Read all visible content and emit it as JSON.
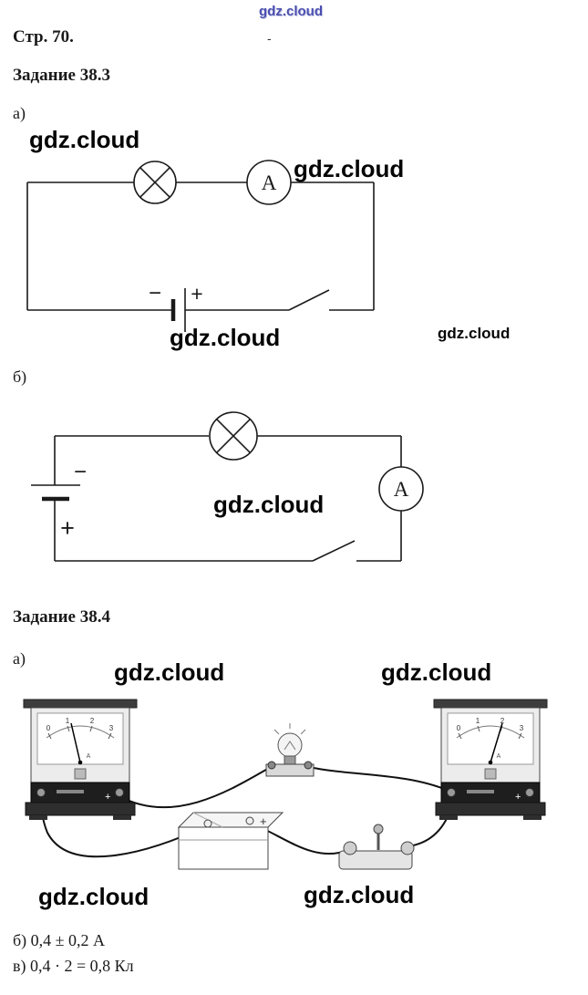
{
  "watermark": {
    "text": "gdz.cloud",
    "color": "#4a4fae"
  },
  "header": {
    "page_label": "Стр. 70.",
    "stray_mark": "-"
  },
  "task_38_3": {
    "title": "Задание 38.3",
    "part_a_label": "а)",
    "part_b_label": "б)",
    "circuit_a": {
      "ammeter_letter": "A",
      "battery_minus": "−",
      "battery_plus": "+"
    },
    "circuit_b": {
      "ammeter_letter": "A",
      "battery_minus": "−",
      "battery_plus": "+"
    }
  },
  "task_38_4": {
    "title": "Задание 38.4",
    "part_a_label": "а)",
    "apparatus": {
      "left_meter": {
        "scale_labels": [
          "0",
          "1",
          "2",
          "3"
        ],
        "unit": "A",
        "terminal_plus": "+"
      },
      "right_meter": {
        "scale_labels": [
          "0",
          "1",
          "2",
          "3"
        ],
        "unit": "A",
        "terminal_plus": "+"
      },
      "battery_plus": "+"
    },
    "answers": {
      "b": "б) 0,4 ± 0,2 А",
      "v": "в) 0,4 · 2 = 0,8 Кл"
    }
  }
}
